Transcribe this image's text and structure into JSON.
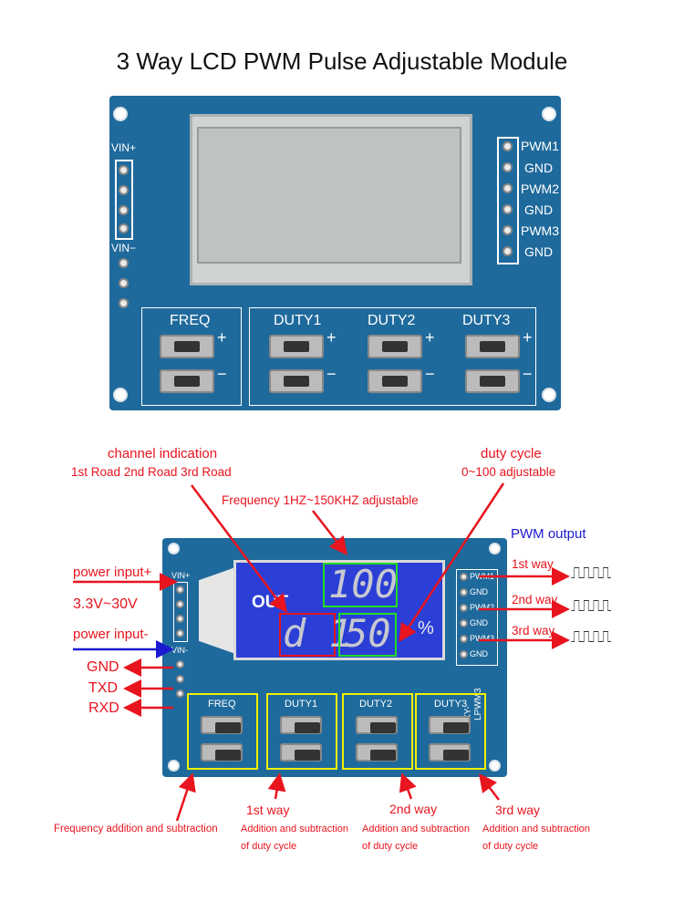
{
  "title": "3 Way LCD PWM Pulse Adjustable Module",
  "top_board": {
    "vin_plus": "VIN+",
    "vin_minus": "VIN−",
    "outputs": [
      "PWM1",
      "GND",
      "PWM2",
      "GND",
      "PWM3",
      "GND"
    ],
    "buttons": [
      "FREQ",
      "DUTY1",
      "DUTY2",
      "DUTY3"
    ],
    "plus": "+",
    "minus": "−"
  },
  "bottom_board": {
    "vin_plus": "VIN+",
    "vin_minus": "VIN-",
    "outputs": [
      "PWM1",
      "GND",
      "PWM2",
      "GND",
      "PWM3",
      "GND"
    ],
    "buttons": [
      "FREQ",
      "DUTY1",
      "DUTY2",
      "DUTY3"
    ],
    "model": "XY-LPWM3",
    "lcd": {
      "out": "OUT",
      "freq": "100",
      "channel": "d 1",
      "duty": "50",
      "percent": "%"
    }
  },
  "annotations": {
    "channel_title": "channel indication",
    "channel_sub": "1st Road 2nd Road 3rd Road",
    "duty_title": "duty cycle",
    "duty_sub": "0~100 adjustable",
    "frequency": "Frequency 1HZ~150KHZ adjustable",
    "pwm_output": "PWM output",
    "power_plus": "power input+",
    "voltage": "3.3V~30V",
    "power_minus": "power input-",
    "gnd": "GND",
    "txd": "TXD",
    "rxd": "RXD",
    "ways": [
      "1st way",
      "2nd way",
      "3rd way"
    ],
    "wave": "⎍⎍⎍⎍",
    "freq_btn": "Frequency addition and subtraction",
    "duty_btn_line1": "Addition and subtraction",
    "duty_btn_line2": "of duty cycle"
  },
  "colors": {
    "pcb": "#1f6a9c",
    "lcd": "#2b3fd6",
    "annotation": "#e8141e",
    "pwm_output": "#1a1ad0"
  }
}
